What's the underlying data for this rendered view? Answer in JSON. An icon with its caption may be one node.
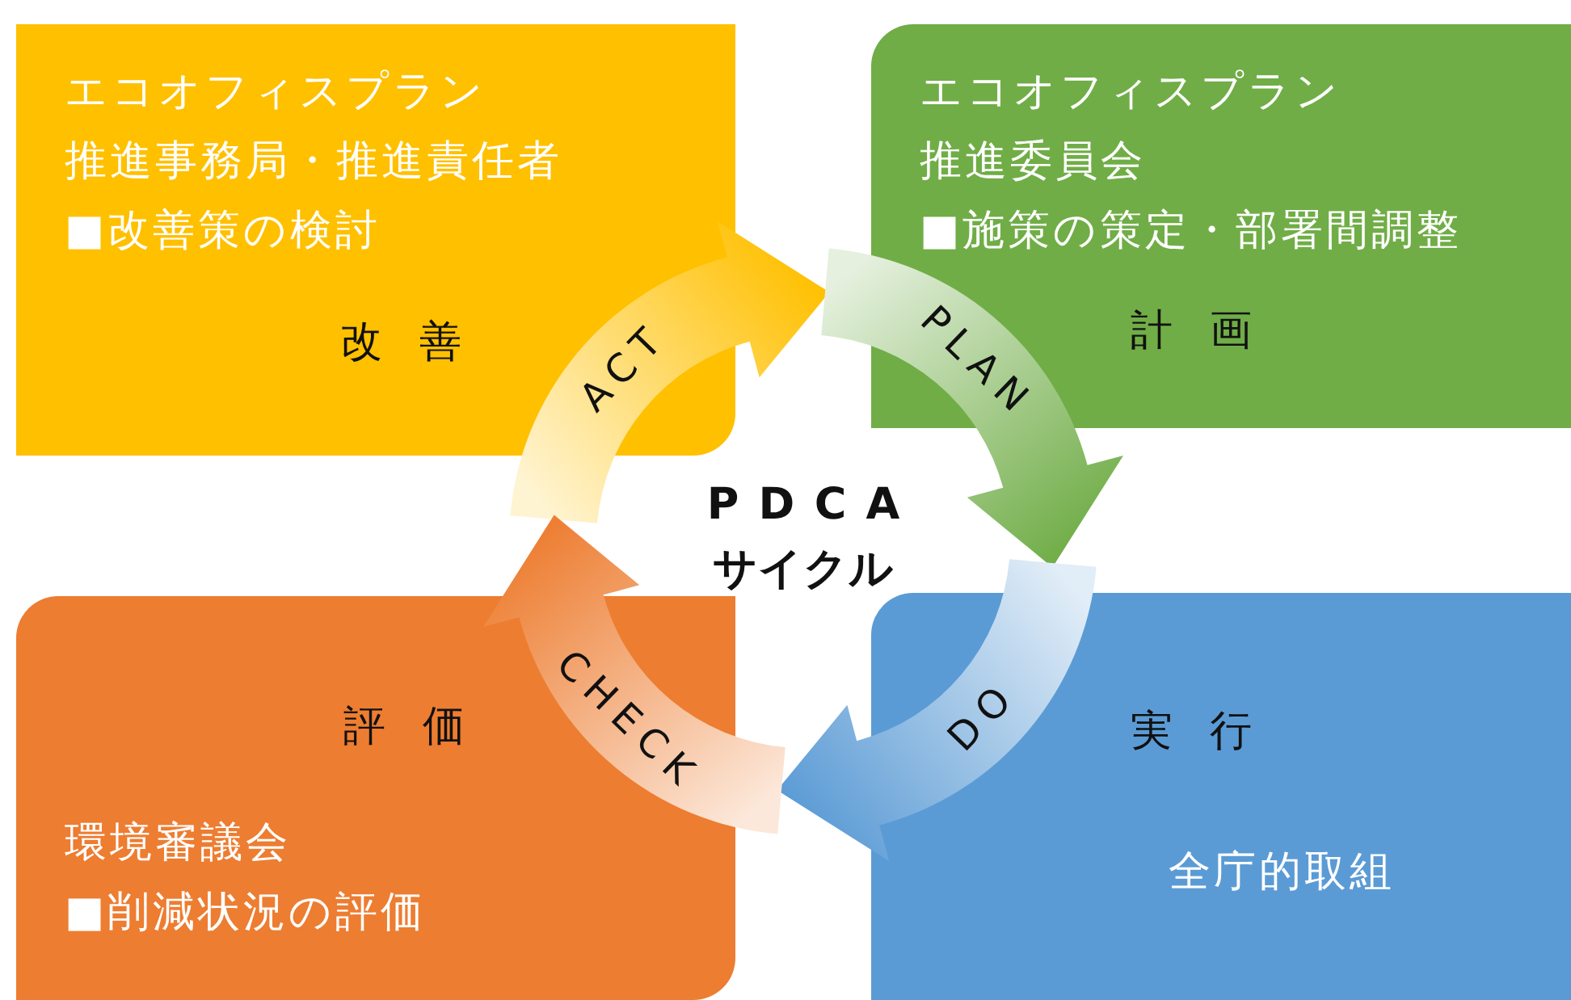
{
  "diagram": {
    "nodes": [
      {
        "text": [
          "エコオフィスプラン推進事務局・推進責任者",
          "■改善策の検討",
          "改善"
        ]
      },
      {
        "text": [
          "エコオフィスプラン推進委員会",
          "■施策の策定・部署間調整",
          "計画"
        ]
      },
      {
        "text": [
          "評価",
          "環境審議会",
          "■削減状況の評価"
        ]
      },
      {
        "text": [
          "実行",
          "全庁的取組"
        ]
      }
    ],
    "edges": [
      {
        "from": 0,
        "to": 1,
        "arrow": "to",
        "label": "ACT",
        "style": "thick",
        "color": "#ffc000"
      },
      {
        "from": 1,
        "to": 3,
        "arrow": "to",
        "label": "PLAN",
        "style": "thick",
        "color": "#70ad47"
      },
      {
        "from": 3,
        "to": 2,
        "arrow": "to",
        "label": "DO",
        "style": "thick",
        "color": "#5b9bd5"
      },
      {
        "from": 2,
        "to": 0,
        "arrow": "to",
        "label": "CHECK",
        "style": "thick",
        "color": "#ed7d31"
      }
    ],
    "labels": [
      "PDCA",
      "サイクル"
    ]
  }
}
